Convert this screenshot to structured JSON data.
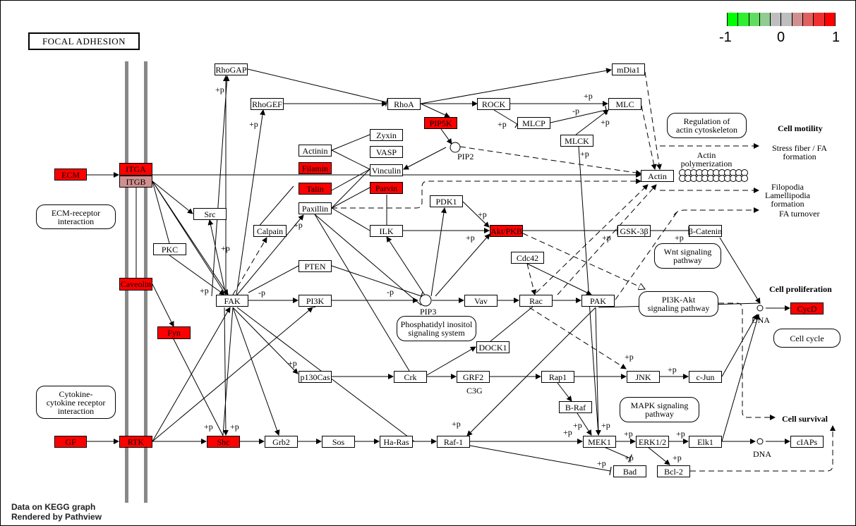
{
  "title": "FOCAL ADHESION",
  "footer": [
    "Data on KEGG graph",
    "Rendered by Pathview"
  ],
  "legend": {
    "colors": [
      "#00ff00",
      "#30ee30",
      "#60dd60",
      "#90cc90",
      "#bebebe",
      "#bebebe",
      "#d09090",
      "#e06060",
      "#f03030",
      "#ff0000"
    ],
    "ticks": [
      "-1",
      "0",
      "1"
    ]
  },
  "colors": {
    "up": "#ff0000",
    "mild_up": "#d09090",
    "neutral": "#ffffff"
  },
  "nodes": {
    "ecm": {
      "label": "ECM",
      "state": "up"
    },
    "itga": {
      "label": "ITGA",
      "state": "up"
    },
    "itgb": {
      "label": "ITGB",
      "state": "mild_up"
    },
    "caveolin": {
      "label": "Caveolin",
      "state": "up"
    },
    "fyn": {
      "label": "Fyn",
      "state": "up"
    },
    "gf": {
      "label": "GF",
      "state": "up"
    },
    "rtk": {
      "label": "RTK",
      "state": "up"
    },
    "shc": {
      "label": "Shc",
      "state": "up"
    },
    "grb2": {
      "label": "Grb2",
      "state": "neutral"
    },
    "sos": {
      "label": "Sos",
      "state": "neutral"
    },
    "haras": {
      "label": "Ha-Ras",
      "state": "neutral"
    },
    "raf1": {
      "label": "Raf-1",
      "state": "neutral"
    },
    "mek1": {
      "label": "MEK1",
      "state": "neutral"
    },
    "erk": {
      "label": "ERK1/2",
      "state": "neutral"
    },
    "elk1": {
      "label": "Elk1",
      "state": "neutral"
    },
    "ciaps": {
      "label": "cIAPs",
      "state": "neutral"
    },
    "bad": {
      "label": "Bad",
      "state": "neutral"
    },
    "bcl2": {
      "label": "Bcl-2",
      "state": "neutral"
    },
    "src": {
      "label": "Src",
      "state": "neutral"
    },
    "pkc": {
      "label": "PKC",
      "state": "neutral"
    },
    "fak": {
      "label": "FAK",
      "state": "neutral"
    },
    "calpain": {
      "label": "Calpain",
      "state": "neutral"
    },
    "rhogap": {
      "label": "RhoGAP",
      "state": "neutral"
    },
    "rhogef": {
      "label": "RhoGEF",
      "state": "neutral"
    },
    "rhoa": {
      "label": "RhoA",
      "state": "neutral"
    },
    "pip5k": {
      "label": "PIP5K",
      "state": "up"
    },
    "rock": {
      "label": "ROCK",
      "state": "neutral"
    },
    "mlcp": {
      "label": "MLCP",
      "state": "neutral"
    },
    "mlc": {
      "label": "MLC",
      "state": "neutral"
    },
    "mlck": {
      "label": "MLCK",
      "state": "neutral"
    },
    "mdia1": {
      "label": "mDia1",
      "state": "neutral"
    },
    "actinin": {
      "label": "Actinin",
      "state": "neutral"
    },
    "zyxin": {
      "label": "Zyxin",
      "state": "neutral"
    },
    "vasp": {
      "label": "VASP",
      "state": "neutral"
    },
    "filamin": {
      "label": "Filamin",
      "state": "up"
    },
    "vinculin": {
      "label": "Vinculin",
      "state": "neutral"
    },
    "talin": {
      "label": "Talin",
      "state": "up"
    },
    "parvin": {
      "label": "Parvin",
      "state": "up"
    },
    "paxillin": {
      "label": "Paxillin",
      "state": "neutral"
    },
    "ilk": {
      "label": "ILK",
      "state": "neutral"
    },
    "pdk1": {
      "label": "PDK1",
      "state": "neutral"
    },
    "akt": {
      "label": "Akt/PKB",
      "state": "up"
    },
    "gsk3b": {
      "label": "GSK-3β",
      "state": "neutral"
    },
    "bcatenin": {
      "label": "β-Catenin",
      "state": "neutral"
    },
    "actin": {
      "label": "Actin",
      "state": "neutral"
    },
    "pten": {
      "label": "PTEN",
      "state": "neutral"
    },
    "pi3k": {
      "label": "PI3K",
      "state": "neutral"
    },
    "vav": {
      "label": "Vav",
      "state": "neutral"
    },
    "rac": {
      "label": "Rac",
      "state": "neutral"
    },
    "pak": {
      "label": "PAK",
      "state": "neutral"
    },
    "cdc42": {
      "label": "Cdc42",
      "state": "neutral"
    },
    "dock1": {
      "label": "DOCK1",
      "state": "neutral"
    },
    "p130cas": {
      "label": "p130Cas",
      "state": "neutral"
    },
    "crk": {
      "label": "Crk",
      "state": "neutral"
    },
    "grf2": {
      "label": "GRF2",
      "state": "neutral"
    },
    "rap1": {
      "label": "Rap1",
      "state": "neutral"
    },
    "braf": {
      "label": "B-Raf",
      "state": "neutral"
    },
    "jnk": {
      "label": "JNK",
      "state": "neutral"
    },
    "cjun": {
      "label": "c-Jun",
      "state": "neutral"
    },
    "cycd": {
      "label": "CycD",
      "state": "up"
    }
  },
  "pathways": {
    "ecm_receptor": "ECM-receptor\ninteraction",
    "cytokine": "Cytokine-\ncytokine receptor\ninteraction",
    "actin_reg": "Regulation of\nactin cytoskeleton",
    "wnt": "Wnt signaling\npathway",
    "pi3k_akt": "PI3K-Akt\nsignaling pathway",
    "phosphatidyl": "Phosphatidyl inositol\nsignaling system",
    "mapk": "MAPK signaling\npathway",
    "cell_cycle": "Cell cycle"
  },
  "labels": {
    "pip2": "PIP2",
    "pip3": "PIP3",
    "c3g": "C3G",
    "dna1": "DNA",
    "dna2": "DNA",
    "actin_poly": "Actin\npolymerization",
    "stress_fiber": "Stress fiber / FA\nformation",
    "filopodia": "Filopodia\nLamellipodia\nformation",
    "fa_turnover": "FA turnover",
    "cell_motility": "Cell motility",
    "cell_proliferation": "Cell proliferation",
    "cell_survival": "Cell survival",
    "plus_p": "+p",
    "minus_p": "-p"
  }
}
